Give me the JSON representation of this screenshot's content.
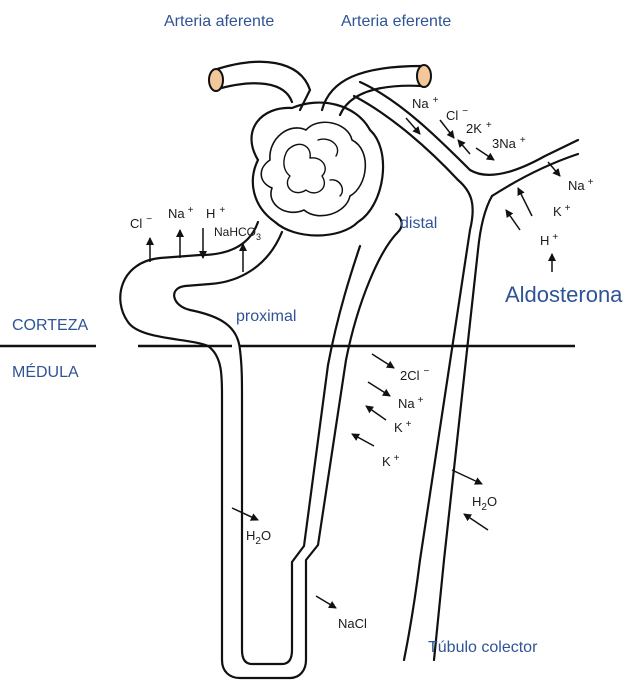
{
  "labels": {
    "afferent": "Arteria aferente",
    "efferent": "Arteria eferente",
    "distal": "distal",
    "proximal": "proximal",
    "cortex": "CORTEZA",
    "medulla": "MÉDULA",
    "aldosterone": "Aldosterona",
    "collecting_duct": "Túbulo colector"
  },
  "ions": {
    "prox_cl": "Cl",
    "prox_na": "Na",
    "prox_h": "H",
    "prox_nahco3": "NaHCO",
    "prox_nahco3_sub": "3",
    "top_na": "Na",
    "top_cl": "Cl",
    "top_2k": "2K",
    "top_3na": "3Na",
    "col_na": "Na",
    "col_k": "K",
    "col_h": "H",
    "asc_2cl": "2Cl",
    "asc_na": "Na",
    "asc_k1": "K",
    "asc_k2": "K",
    "desc_h2o": "H",
    "desc_h2o_sub": "2",
    "desc_h2o_o": "O",
    "coll_h2o": "H",
    "coll_h2o_sub": "2",
    "coll_h2o_o": "O",
    "nacl": "NaCl"
  },
  "signs": {
    "plus": "+",
    "minus": "−"
  },
  "colors": {
    "label_blue": "#2f5496",
    "artery_fill": "#f2c79a",
    "line": "#111111"
  }
}
